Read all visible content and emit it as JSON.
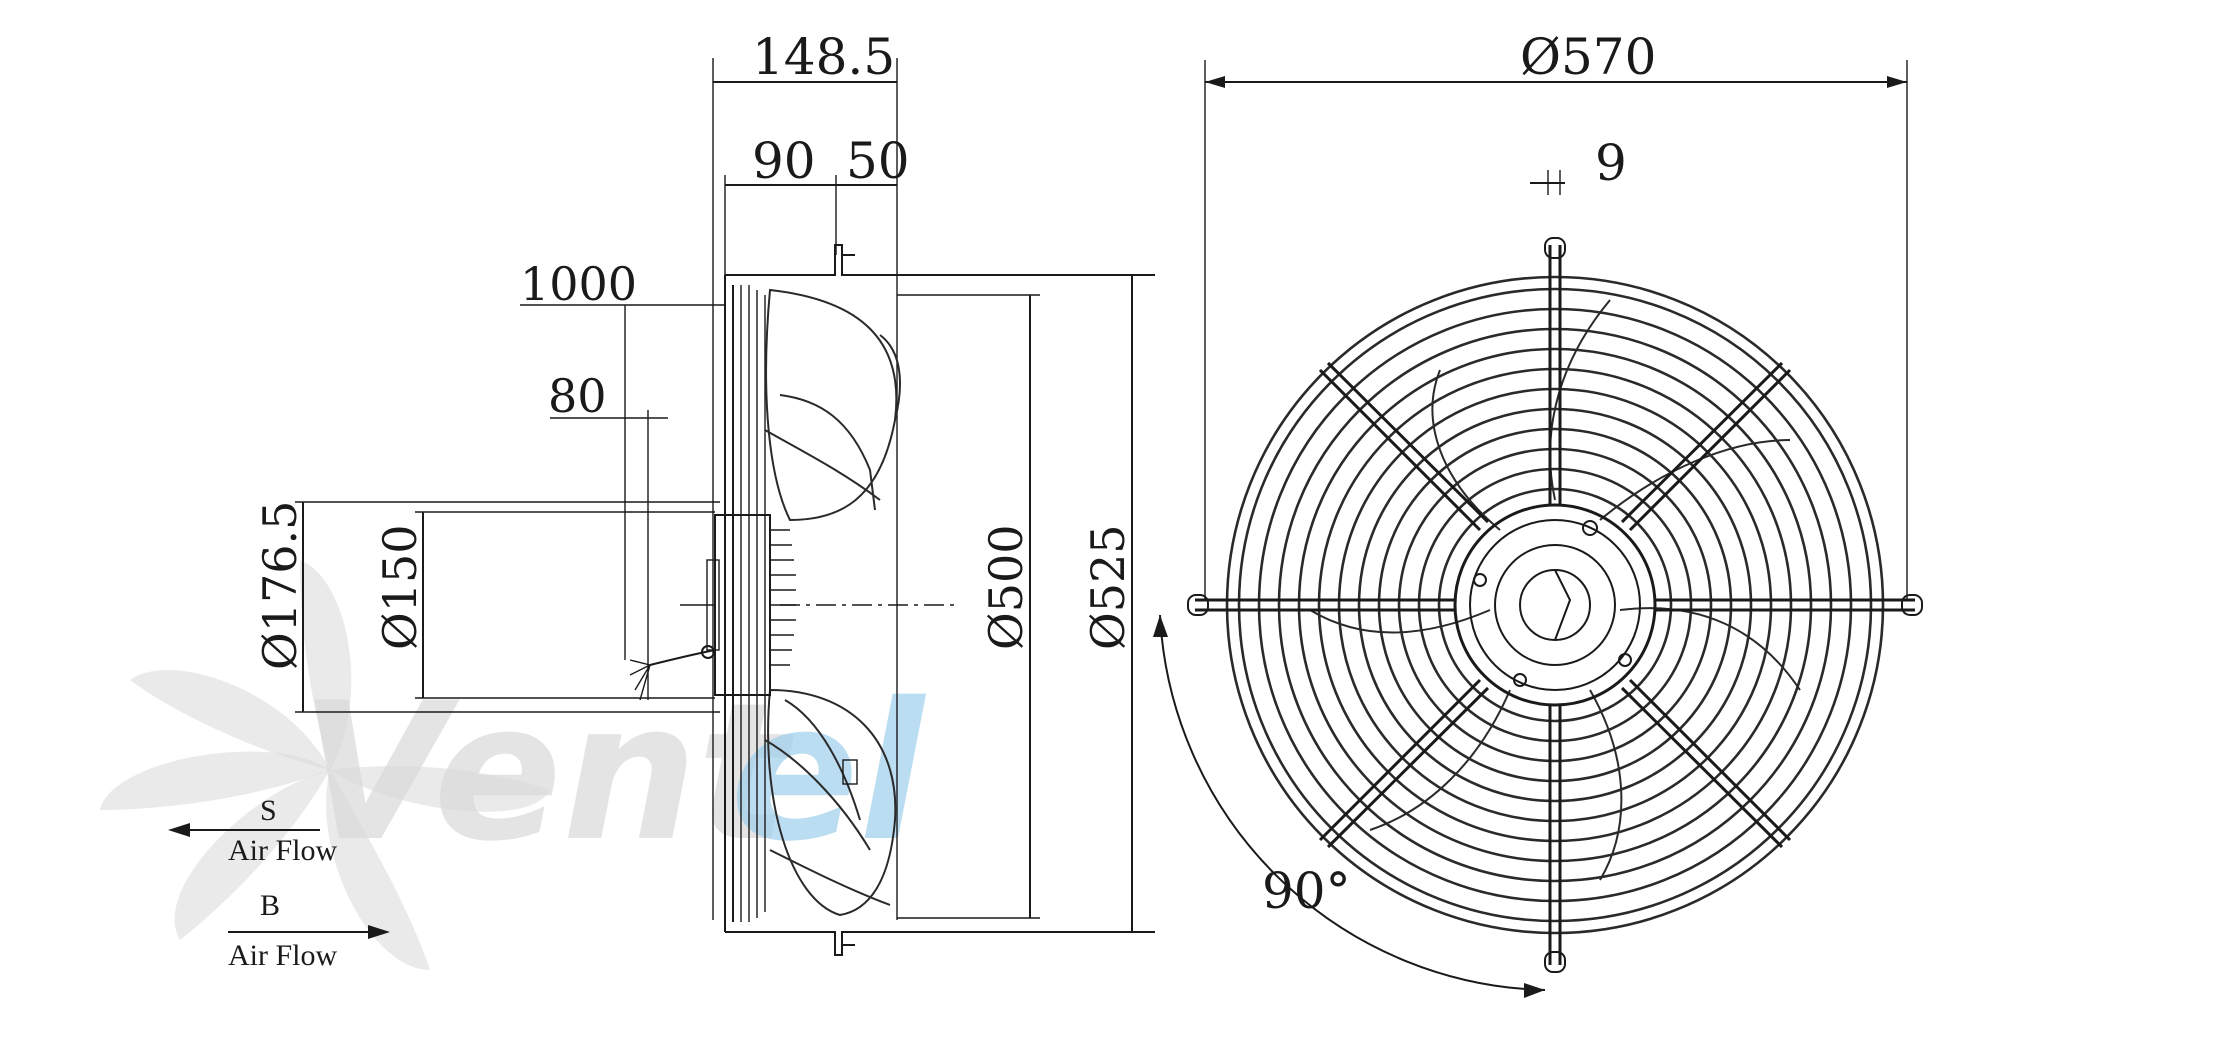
{
  "dimensions": {
    "side_total_depth": "148.5",
    "side_depth_a": "90",
    "side_depth_b": "50",
    "cable_length": "1000",
    "cable_strip": "80",
    "motor_dia_outer": "Ø176.5",
    "motor_dia_inner": "Ø150",
    "impeller_dia": "Ø500",
    "ring_dia": "Ø525",
    "guard_dia": "Ø570",
    "mount_hole": "9",
    "angle": "90°"
  },
  "airflow": {
    "s_label": "S",
    "s_text": "Air Flow",
    "b_label": "B",
    "b_text": "Air Flow"
  },
  "watermark": {
    "text_gray": "Vent",
    "text_blue": "el"
  }
}
